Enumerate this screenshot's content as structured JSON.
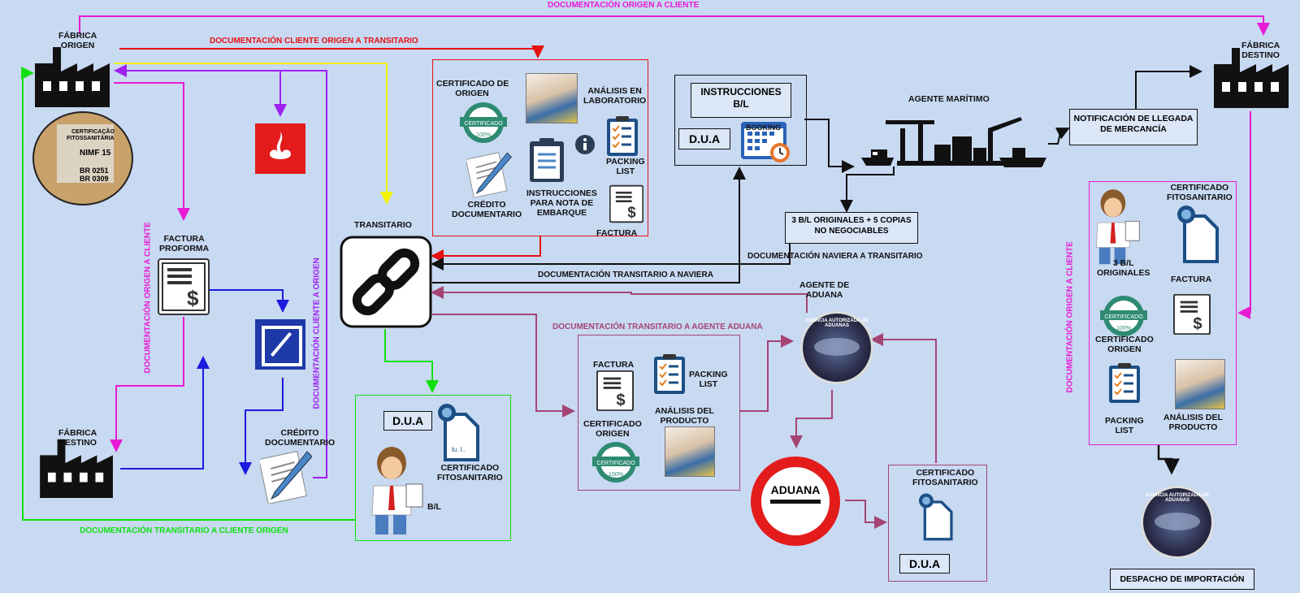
{
  "colors": {
    "background": "#c8d9f2",
    "magenta": "#e81ad6",
    "red": "#e61010",
    "yellow": "#f2f20a",
    "purple": "#a020f0",
    "blue": "#1a1ae0",
    "green": "#10e010",
    "plum": "#a54575",
    "black": "#111111",
    "bank_red": "#e31b1b",
    "bank_blue": "#1e3aa8"
  },
  "flows": {
    "top": "DOCUMENTACIÓN ORIGEN A CLIENTE",
    "red": "DOCUMENTACIÓN CLIENTE ORIGEN A TRANSITARIO",
    "left_vertical": "DOCUMENTACIÓN ORIGEN A CLIENTE",
    "purple_vertical": "DOCUMENTACIÓN CLIENTE A ORIGEN",
    "naviera_transitario": "DOCUMENTACIÓN NAVIERA A TRANSITARIO",
    "transitario_naviera": "DOCUMENTACIÓN TRANSITARIO A NAVIERA",
    "transitario_aduana": "DOCUMENTACIÓN TRANSITARIO A AGENTE ADUANA",
    "transitario_cliente": "DOCUMENTACIÓN TRANSITARIO A CLIENTE ORIGEN",
    "right_vertical": "DOCUMENTACIÓN ORIGEN A CLIENTE"
  },
  "nodes": {
    "fabrica_origen": "FÁBRICA\nORIGEN",
    "fabrica_destino_left": "FÁBRICA\nDESTINO",
    "fabrica_destino_right": "FÁBRICA\nDESTINO",
    "transitario": "TRANSITARIO",
    "agente_maritimo": "AGENTE MARÍTIMO",
    "agente_aduana": "AGENTE DE\nADUANA",
    "aduana": "ADUANA",
    "notificacion": "NOTIFICACIÓN DE LLEGADA\nDE MERCANCÍA",
    "bl_originales": "3 B/L ORIGINALES + 5 COPIAS\nNO NEGOCIABLES",
    "despacho": "DESPACHO DE IMPORTACIÓN"
  },
  "stamp": {
    "l1": "CERTIFICAÇÃO",
    "l2": "FITOSSANITÁRIA",
    "l3": "NIMF 15",
    "l4": "BR 0251",
    "l5": "BR 0309"
  },
  "left": {
    "factura_proforma": "FACTURA\nPROFORMA",
    "credito": "CRÉDITO\nDOCUMENTARIO"
  },
  "docs_box": {
    "cert_origen": "CERTIFICADO DE\nORIGEN",
    "analisis": "ANÁLISIS EN\nLABORATORIO",
    "packing": "PACKING\nLIST",
    "credito": "CRÉDITO\nDOCUMENTARIO",
    "instrucciones": "INSTRUCCIONES\nPARA NOTA DE\nEMBARQUE",
    "factura": "FACTURA"
  },
  "instr_box": {
    "instrucciones": "INSTRUCCIONES\nB/L",
    "dua": "D.U.A",
    "booking": "BOOKING"
  },
  "green_box": {
    "dua": "D.U.A",
    "cert": "CERTIFICADO\nFITOSANITARIO",
    "bl": "B/L"
  },
  "aduana_docs": {
    "factura": "FACTURA",
    "packing": "PACKING\nLIST",
    "cert_origen": "CERTIFICADO\nORIGEN",
    "analisis": "ANÁLISIS DEL\nPRODUCTO"
  },
  "cert_box": {
    "cert": "CERTIFICADO\nFITOSANITARIO",
    "dua": "D.U.A"
  },
  "right_box": {
    "cert_fito": "CERTIFICADO\nFITOSANITARIO",
    "bl": "3 B/L\nORIGINALES",
    "factura": "FACTURA",
    "cert_origen": "CERTIFICADO\nORIGEN",
    "packing": "PACKING\nLIST",
    "analisis": "ANÁLISIS DEL\nPRODUCTO"
  },
  "badge_text": "CERTIFICADO",
  "badge_pct": "100%",
  "agency_text": "AGENCIA AUTORIZADA DE ADUANAS",
  "icons": [
    "factory-icon",
    "bank-logo",
    "deutsche-bank-logo",
    "chain-link-icon",
    "invoice-icon",
    "certificate-badge-icon",
    "pen-document-icon",
    "clipboard-checklist-icon",
    "certificate-doc-icon",
    "calendar-booking-icon",
    "port-ship-icon",
    "customs-agency-seal",
    "stop-sign-icon",
    "businessman-icon",
    "lab-photo"
  ]
}
